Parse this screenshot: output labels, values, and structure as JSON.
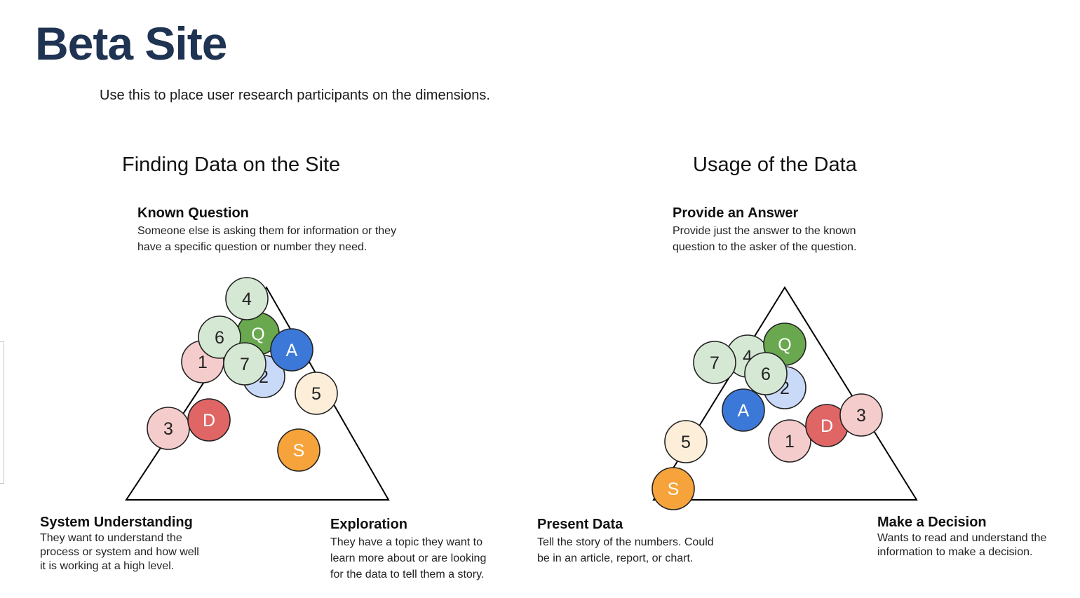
{
  "title": "Beta Site",
  "intro": "Use this to place user research participants on the dimensions.",
  "palette": {
    "green_light": "#d5e8d4",
    "green_dark": "#6aa84f",
    "blue_light": "#c9daf8",
    "blue_dark": "#3c78d8",
    "pink_light": "#f4cccc",
    "red": "#e06666",
    "cream": "#fdeed9",
    "orange": "#f6a33b"
  },
  "diagrams": [
    {
      "title": "Finding Data on the Site",
      "top": {
        "title": "Known Question",
        "desc": [
          "Someone else is asking them for information or they",
          "have a specific question or number they need."
        ]
      },
      "left": {
        "title": "System Understanding",
        "desc": [
          "They want to understand the",
          "process or system and how well",
          "it is working at a high level."
        ]
      },
      "right": {
        "title": "Exploration",
        "desc": [
          "They have a topic they want to",
          "learn more about or are looking",
          "for the data to tell them a story."
        ]
      },
      "markers": [
        {
          "label": "2",
          "color": "blue_light"
        },
        {
          "label": "Q",
          "color": "green_dark"
        },
        {
          "label": "4",
          "color": "green_light"
        },
        {
          "label": "1",
          "color": "pink_light"
        },
        {
          "label": "6",
          "color": "green_light"
        },
        {
          "label": "7",
          "color": "green_light"
        },
        {
          "label": "A",
          "color": "blue_dark"
        },
        {
          "label": "5",
          "color": "cream"
        },
        {
          "label": "3",
          "color": "pink_light"
        },
        {
          "label": "D",
          "color": "red"
        },
        {
          "label": "S",
          "color": "orange"
        }
      ]
    },
    {
      "title": "Usage of the Data",
      "top": {
        "title": "Provide an Answer",
        "desc": [
          "Provide just the answer to the known",
          "question to the asker of the question."
        ]
      },
      "left": {
        "title": "Present Data",
        "desc": [
          "Tell the story of the numbers.  Could",
          "be in an article, report, or chart."
        ]
      },
      "right": {
        "title": "Make a Decision",
        "desc": [
          "Wants to read and understand the",
          "information to make a decision."
        ]
      },
      "markers": [
        {
          "label": "2",
          "color": "blue_light"
        },
        {
          "label": "4",
          "color": "green_light"
        },
        {
          "label": "Q",
          "color": "green_dark"
        },
        {
          "label": "7",
          "color": "green_light"
        },
        {
          "label": "6",
          "color": "green_light"
        },
        {
          "label": "A",
          "color": "blue_dark"
        },
        {
          "label": "1",
          "color": "pink_light"
        },
        {
          "label": "D",
          "color": "red"
        },
        {
          "label": "3",
          "color": "pink_light"
        },
        {
          "label": "5",
          "color": "cream"
        },
        {
          "label": "S",
          "color": "orange"
        }
      ]
    }
  ]
}
